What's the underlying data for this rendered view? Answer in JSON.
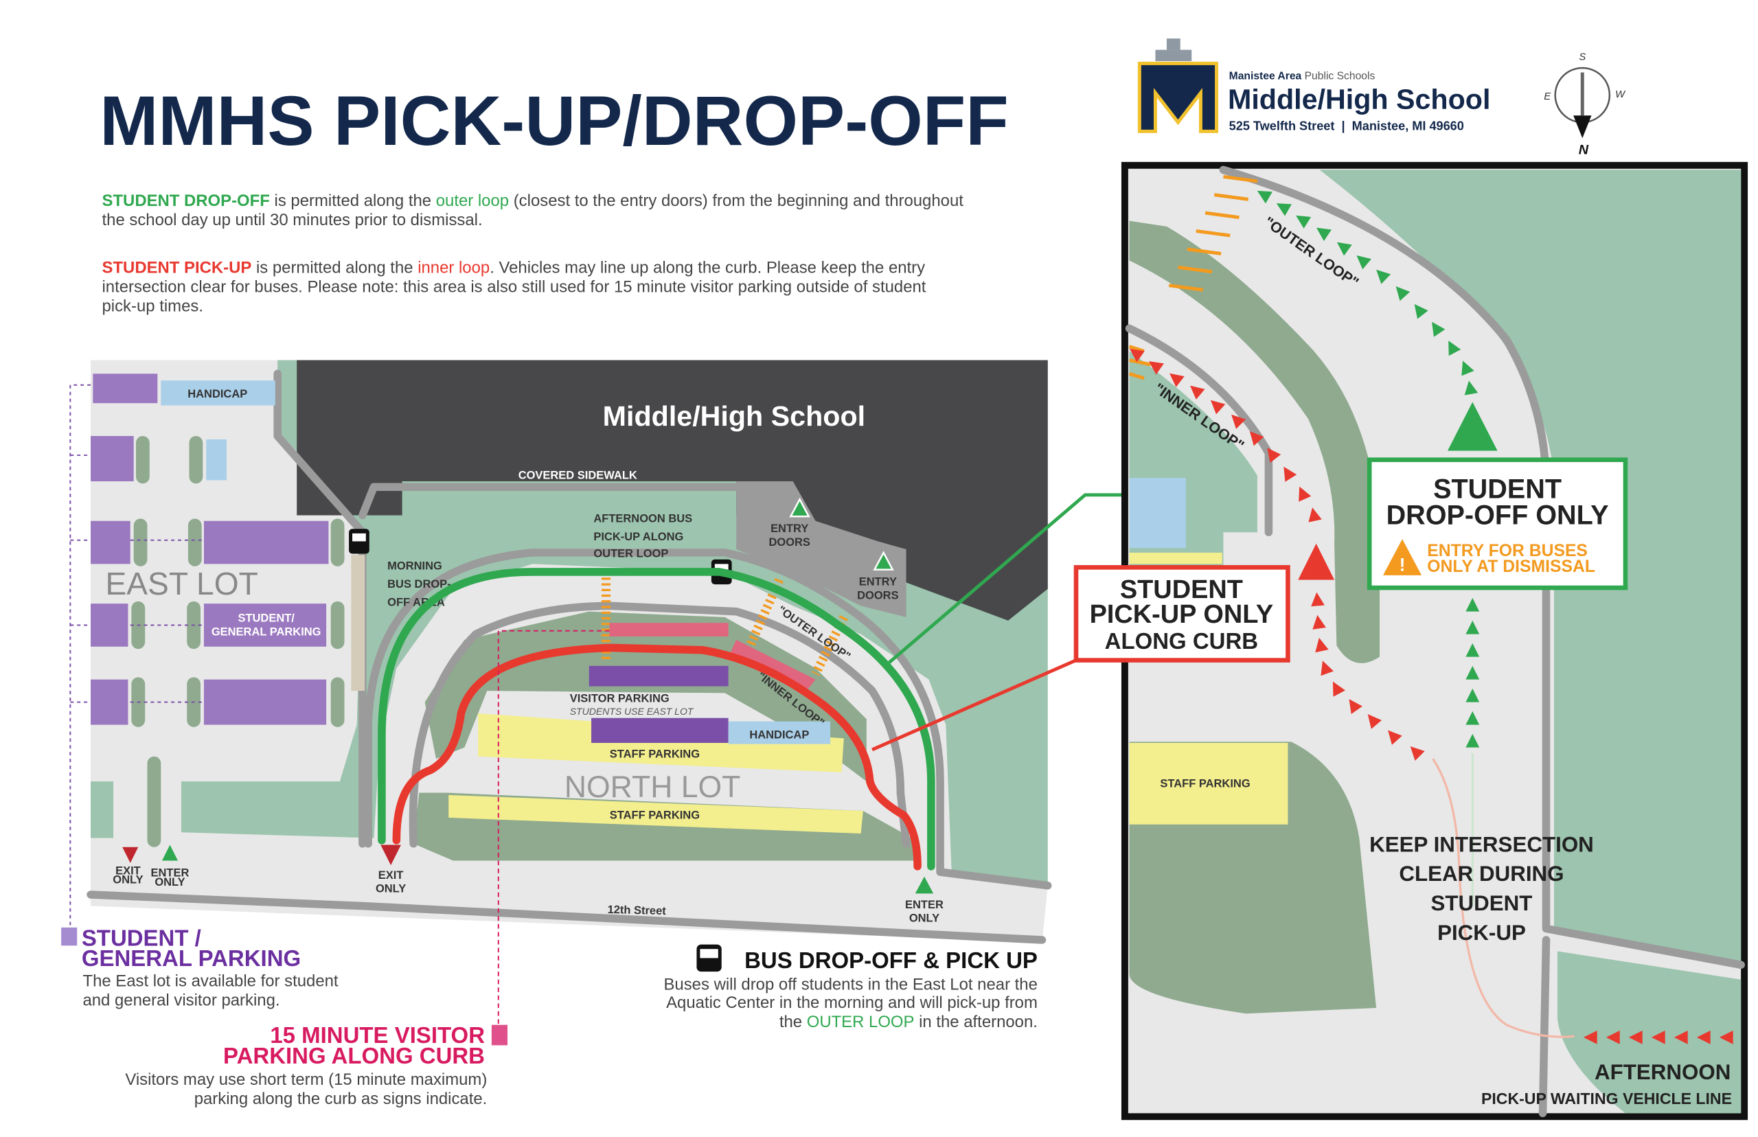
{
  "title": "MMHS PICK-UP/DROP-OFF",
  "logo": {
    "district_bold": "Manistee Area",
    "district_light": "Public Schools",
    "school": "Middle/High School",
    "address": "525 Twelfth Street  |  Manistee, MI 49660",
    "logo_letter": "M"
  },
  "compass": {
    "s": "S",
    "e": "E",
    "w": "W",
    "n": "N"
  },
  "intro": {
    "dropoff": {
      "lead": "STUDENT DROP-OFF",
      "t1": " is permitted along the ",
      "link": "outer loop",
      "t2": " (closest to the entry doors) from the beginning and throughout",
      "line2": "the school day up until 30 minutes prior to dismissal."
    },
    "pickup": {
      "lead": "STUDENT PICK-UP",
      "t1": " is permitted along the ",
      "link": "inner loop",
      "t2": ". Vehicles may line up along the curb. Please keep the entry",
      "line2": "intersection clear for buses. Please note: this area is also still used for 15 minute visitor parking outside of student",
      "line3": "pick-up times."
    }
  },
  "map": {
    "building": "Middle/High School",
    "covered_sidewalk": "COVERED SIDEWALK",
    "handicap": "HANDICAP",
    "east_lot": "EAST LOT",
    "student_general_1": "STUDENT/",
    "student_general_2": "GENERAL PARKING",
    "morning_bus": [
      "MORNING",
      "BUS DROP-",
      "OFF AREA"
    ],
    "afternoon_bus": [
      "AFTERNOON BUS",
      "PICK-UP ALONG",
      "OUTER LOOP"
    ],
    "entry_doors": [
      "ENTRY",
      "DOORS"
    ],
    "outer_loop": "\"OUTER LOOP\"",
    "inner_loop": "\"INNER LOOP\"",
    "visitor_parking": "VISITOR PARKING",
    "students_use_east": "STUDENTS USE EAST LOT",
    "staff_parking": "STAFF PARKING",
    "north_lot": "NORTH LOT",
    "exit_only": [
      "EXIT",
      "ONLY"
    ],
    "enter_only": [
      "ENTER",
      "ONLY"
    ],
    "street": "12th Street"
  },
  "callouts": {
    "dropoff": [
      "STUDENT",
      "DROP-OFF ONLY"
    ],
    "dropoff_warning": [
      "ENTRY FOR BUSES",
      "ONLY AT DISMISSAL"
    ],
    "pickup": [
      "STUDENT",
      "PICK-UP ONLY",
      "ALONG CURB"
    ]
  },
  "inset": {
    "outer_loop": "\"OUTER LOOP\"",
    "inner_loop": "\"INNER LOOP\"",
    "staff_parking": "STAFF PARKING",
    "keep_clear": [
      "KEEP INTERSECTION",
      "CLEAR DURING",
      "STUDENT",
      "PICK-UP"
    ],
    "afternoon": "AFTERNOON",
    "waiting_line": "PICK-UP WAITING VEHICLE LINE"
  },
  "legend": {
    "student_parking": {
      "title": [
        "STUDENT /",
        "GENERAL PARKING"
      ],
      "desc": [
        "The East lot is available for student",
        "and general visitor parking."
      ]
    },
    "visitor": {
      "title": [
        "15 MINUTE VISITOR",
        "PARKING ALONG CURB"
      ],
      "desc": [
        "Visitors may use short term (15 minute maximum)",
        "parking along the curb as signs indicate."
      ]
    },
    "bus": {
      "title": "BUS DROP-OFF & PICK UP",
      "desc1": "Buses will drop off students in the East Lot near the",
      "desc2": "Aquatic Center in the morning and will pick-up from",
      "desc3_a": "the ",
      "desc3_link": "OUTER LOOP",
      "desc3_b": " in the afternoon."
    }
  },
  "colors": {
    "navy": "#13284b",
    "outer_loop_green": "#2fa84f",
    "inner_loop_red": "#e8392f",
    "parking_purple": "#9b79c0",
    "visitor_pink": "#d81b60",
    "staff_yellow": "#f3ee8e",
    "handicap_blue": "#a9cfe9",
    "warning_orange": "#f39a1f",
    "grass": "#9cc4ae",
    "building": "#48484a"
  }
}
